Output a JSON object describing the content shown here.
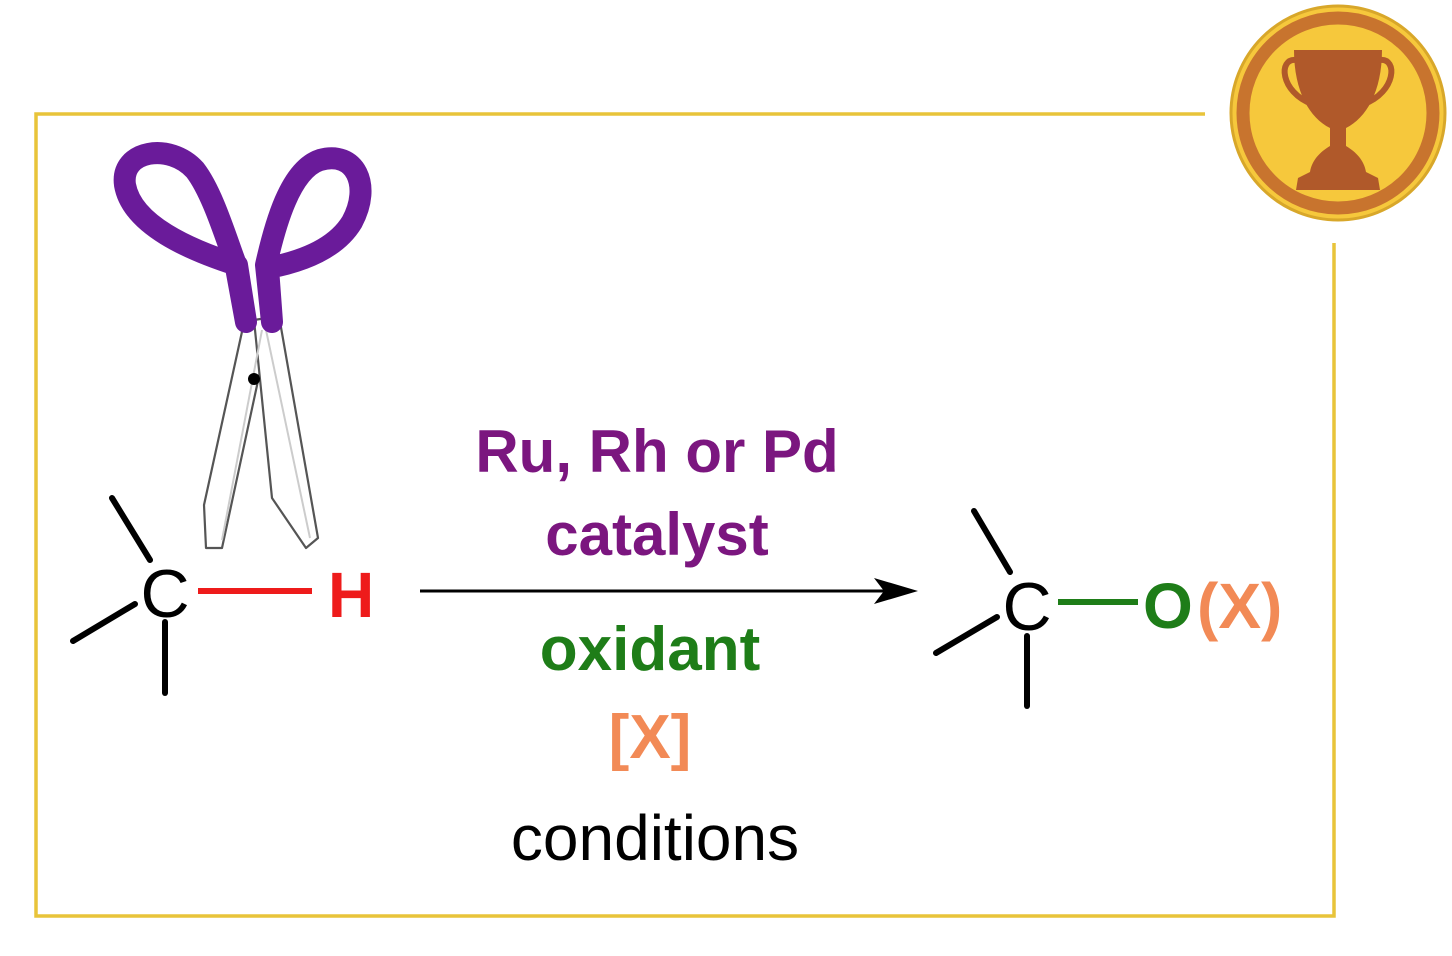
{
  "reactant": {
    "carbon": "C",
    "hydrogen": "H"
  },
  "conditions": {
    "catalyst_line1": "Ru, Rh or Pd",
    "catalyst_line2": "catalyst",
    "oxidant": "oxidant",
    "reagent": "[X]",
    "label": "conditions"
  },
  "product": {
    "carbon": "C",
    "oxygen": "O",
    "substituent": "(X)"
  },
  "colors": {
    "frame": "#e8c43a",
    "catalyst": "#7b167f",
    "hydrogen": "#ee1b1b",
    "oxidant": "#1e7d18",
    "reagent": "#f28a56",
    "text": "#000000",
    "trophy_ring": "#c8742e",
    "trophy_fill": "#f6c83c",
    "trophy_cup": "#b0592a",
    "scissors_handle": "#6a1b9a"
  },
  "icons": {
    "badge": "trophy-icon",
    "cleavage": "scissors-icon"
  }
}
